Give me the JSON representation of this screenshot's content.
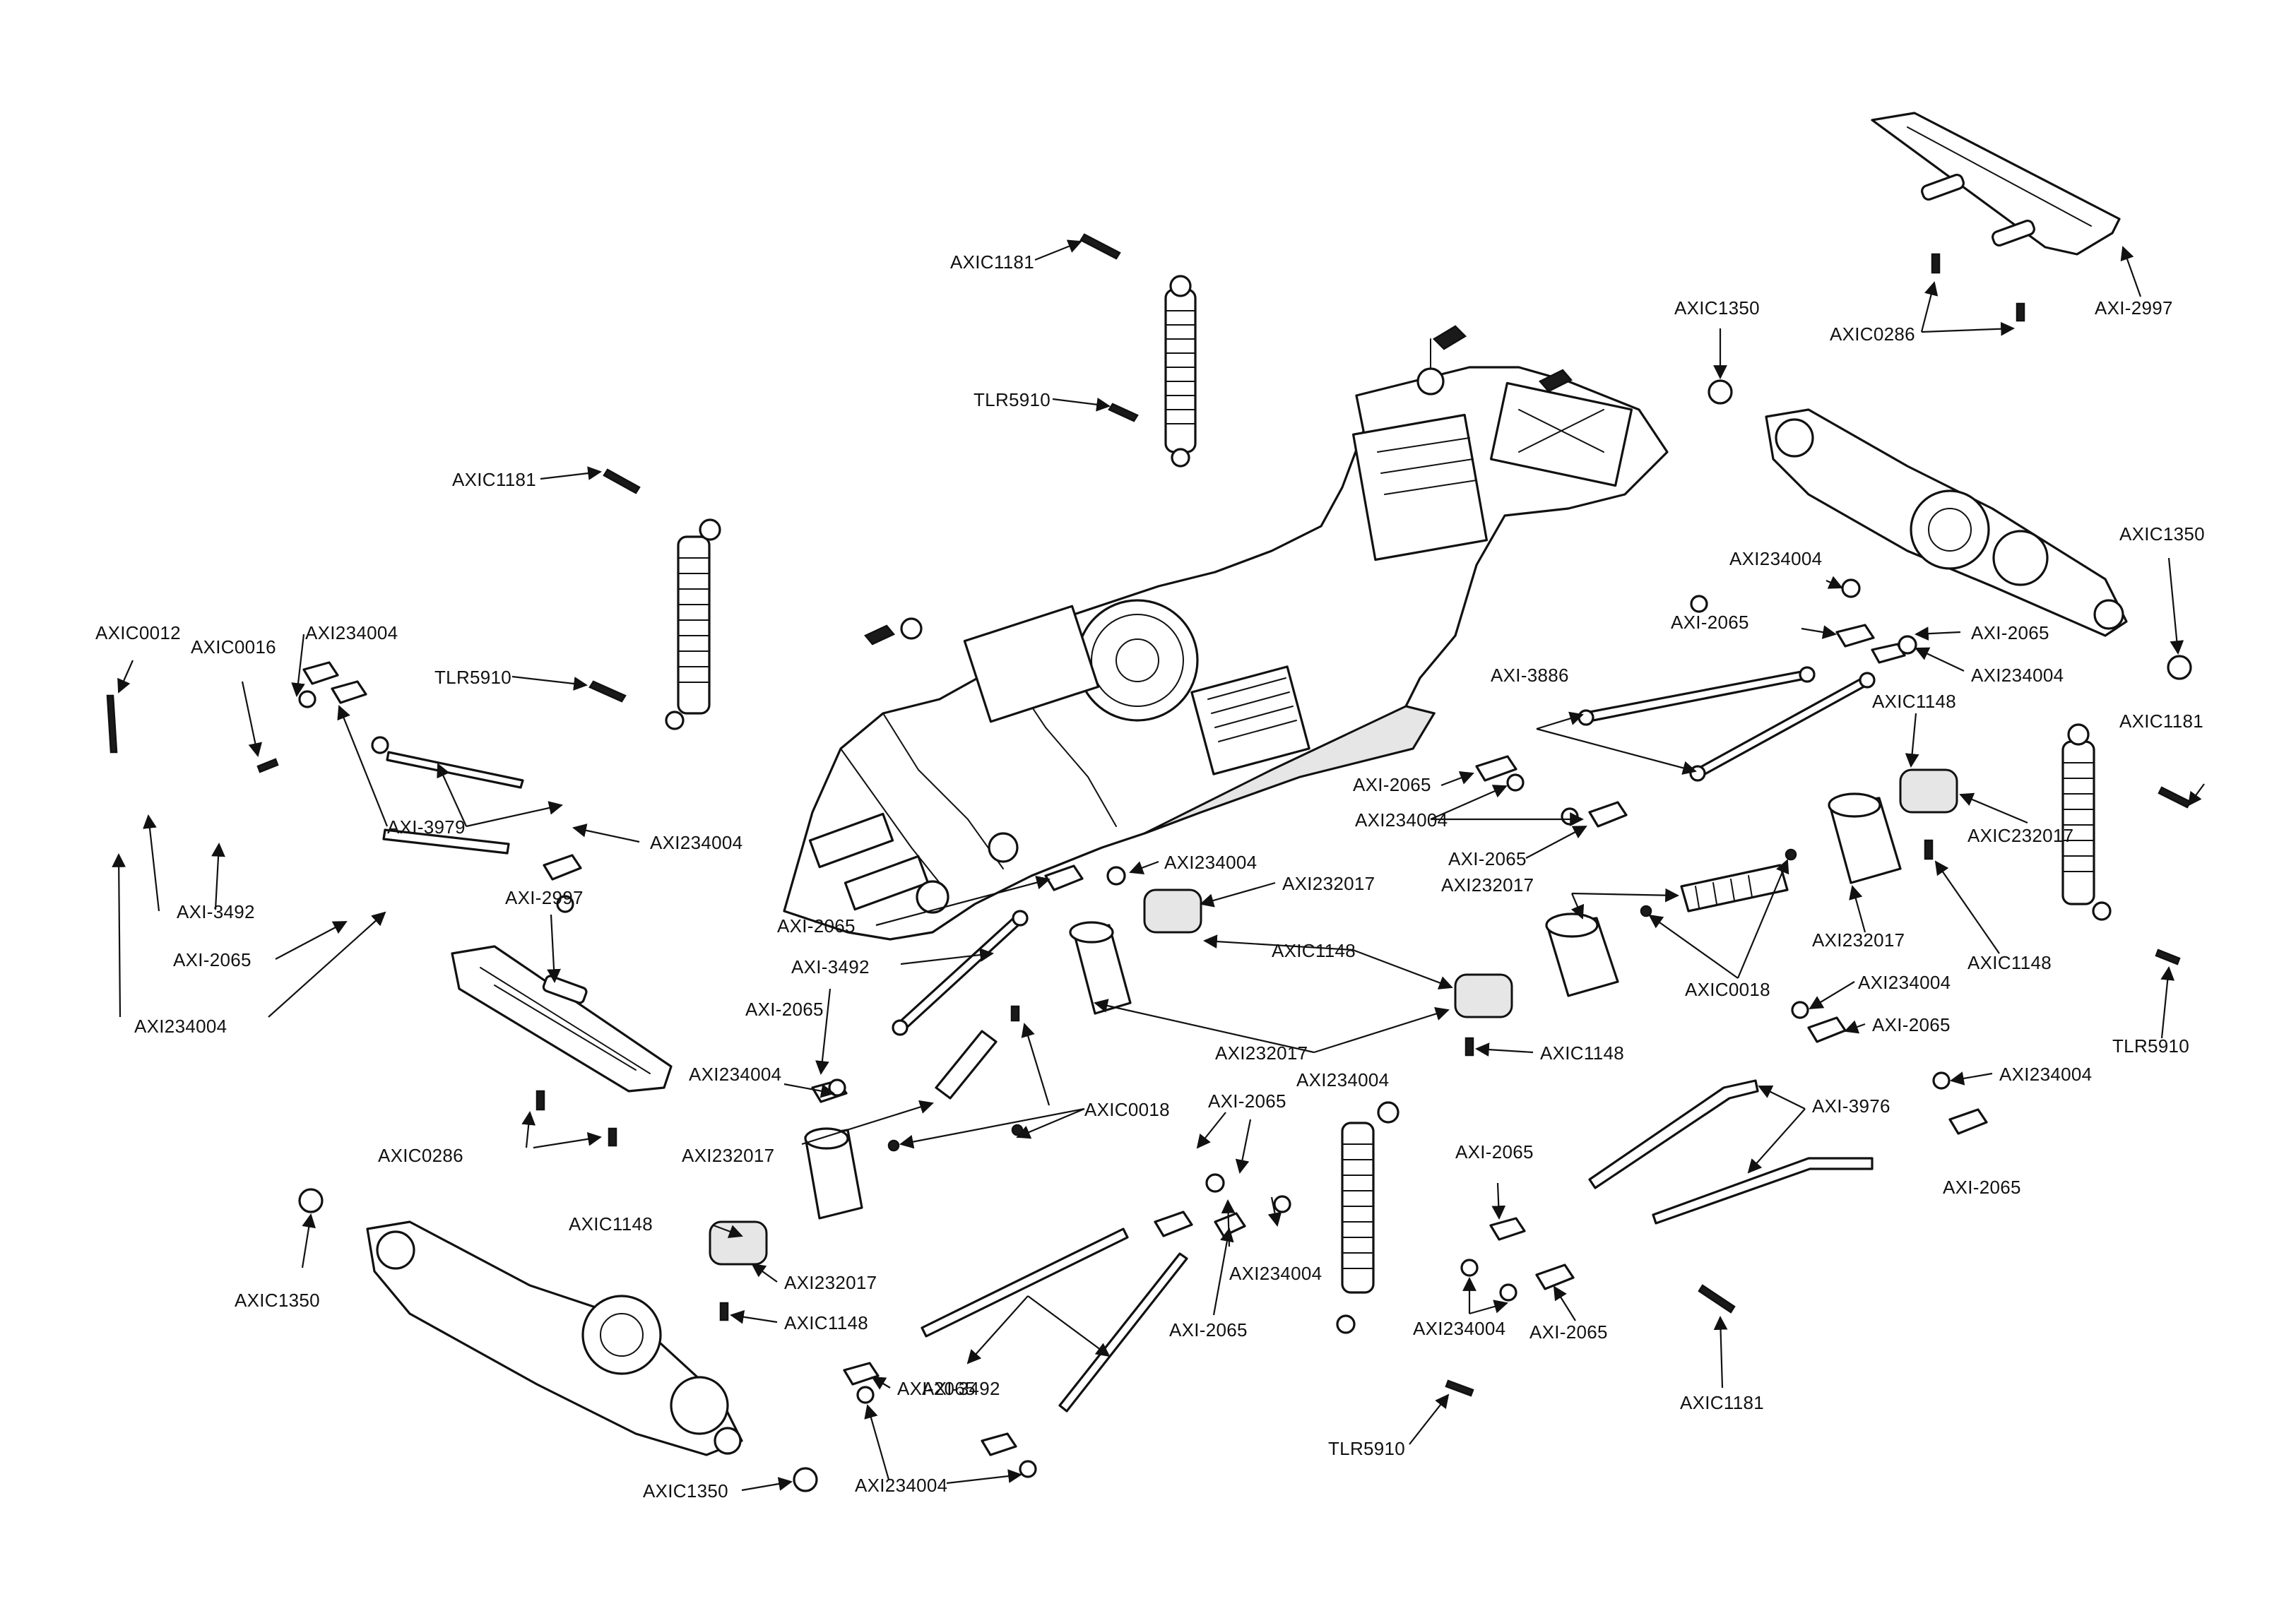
{
  "labels": {
    "shock_screw_top_a": "AXIC1181",
    "shock_screw_top_b": "TLR5910",
    "shock_screw_left_a": "AXIC1181",
    "shock_screw_left_b": "TLR5910",
    "rear_bumper_screw_a": "AXIC1350",
    "rear_bumper_screws": "AXIC0286",
    "rear_bumper": "AXI-2997",
    "rear_axle_nut": "AXIC1350",
    "rear_link_ballstud_a": "AXI234004",
    "rear_link_rodend_a": "AXI-2065",
    "rear_link_rodend_b": "AXI-2065",
    "rear_link_ballstud_b": "AXI234004",
    "rear_upper_links": "AXI-3886",
    "rear_rodend_c": "AXI-2065",
    "rear_ballstud_c": "AXI234004",
    "rear_rodend_d": "AXI-2065",
    "rear_driveshaft_yoke": "AXIC1148",
    "rear_shock_screw": "AXIC1181",
    "rear_driveshaft_cup": "AXIC232017",
    "center_driveshaft_label": "AXI232017",
    "center_driveshaft_cup": "AXI232017",
    "rear_set_screw": "AXIC1148",
    "rear_shock_bottom_screw": "TLR5910",
    "center_set_screw": "AXIC0018",
    "left_screw_a": "AXIC0012",
    "left_screw_b": "AXIC0016",
    "left_ballstud_a": "AXI234004",
    "steering_link": "AXI-3979",
    "left_ballstud_b": "AXI234004",
    "left_steering_link": "AXI-3492",
    "left_rodend": "AXI-2065",
    "left_ballstud_c": "AXI234004",
    "front_bumper": "AXI-2997",
    "front_bumper_screws": "AXIC0286",
    "front_axle_nut_a": "AXIC1350",
    "front_axle_nut_b": "AXIC1350",
    "mid_rodend_a": "AXI-2065",
    "mid_ballstud_a": "AXI234004",
    "mid_cup_a": "AXI232017",
    "mid_link": "AXI-3492",
    "mid_yoke": "AXIC1148",
    "mid_rodend_b": "AXI-2065",
    "mid_ballstud_b": "AXI234004",
    "mid_cup_b": "AXI232017",
    "mid_set_screw": "AXIC0018",
    "mid_cup_c": "AXI232017",
    "mid_set_screw_b": "AXIC1148",
    "front_yoke": "AXIC1148",
    "front_cup": "AXI232017",
    "front_set_screw": "AXIC1148",
    "lower_links": "AXI-3492",
    "lower_rodend_a": "AXI-2065",
    "lower_ballstud_a": "AXI234004",
    "lower_rodend_b": "AXI-2065",
    "lower_ballstud_b": "AXI234004",
    "lower_rodend_c": "AXI-2065",
    "lower_rodend_d": "AXI-2065",
    "lower_rodend_e": "AXI-2065",
    "lower_ballstud_c": "AXI234004",
    "lower_rodend_f": "AXI-2065",
    "lower_right_links": "AXI-3976",
    "lower_right_ballstud": "AXI234004",
    "lower_right_rodend": "AXI-2065",
    "lower_shock_screw": "TLR5910",
    "lower_right_screw": "AXIC1181",
    "lower_ballstud_d": "AXI234004",
    "lower_rodend_g": "AXI-2065",
    "right_set_screw": "AXIC1148",
    "right_shock_screw": "TLR5910"
  }
}
